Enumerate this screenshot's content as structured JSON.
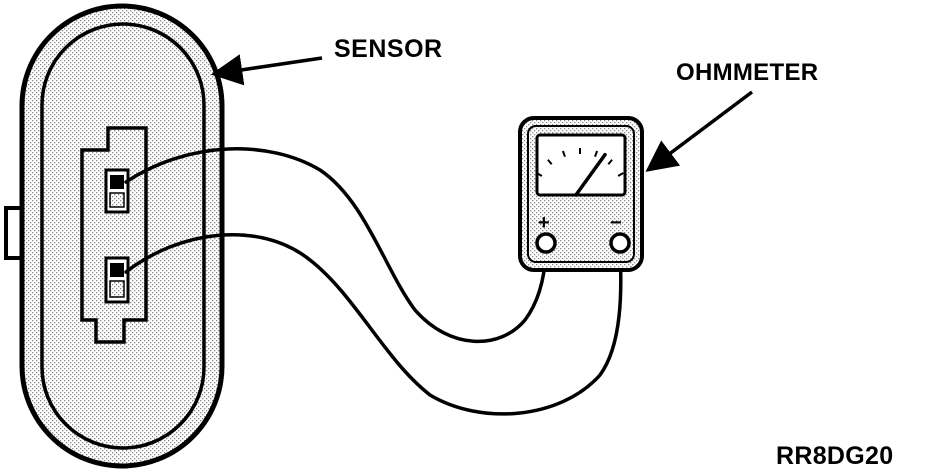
{
  "labels": {
    "sensor": "SENSOR",
    "ohmmeter": "OHMMETER",
    "figure_id": "RR8DG20",
    "plus_terminal": "+",
    "minus_terminal": "−"
  },
  "colors": {
    "ink": "#000000",
    "stipple": "#9a9a9a",
    "paper": "#ffffff"
  },
  "ohmmeter": {
    "needle_reading_fraction": 0.75
  }
}
